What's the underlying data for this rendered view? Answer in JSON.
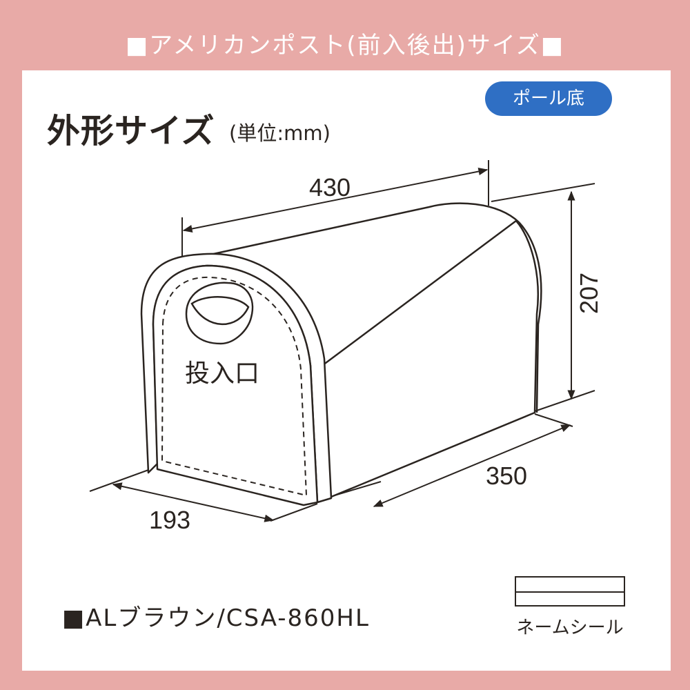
{
  "header": {
    "title": "■アメリカンポスト(前入後出)サイズ■"
  },
  "outline": {
    "title": "外形サイズ",
    "unit_note": "(単位:mm)",
    "badge": "ポール底"
  },
  "diagram": {
    "dimensions": {
      "length": "430",
      "height": "207",
      "depth": "350",
      "width": "193"
    },
    "slot_label": "投入口",
    "name_seal_label": "ネームシール"
  },
  "model": {
    "label": "■ALブラウン/CSA-860HL"
  },
  "colors": {
    "frame": "#e8aaa7",
    "badge": "#2f6fc4",
    "ink": "#2a2420"
  }
}
